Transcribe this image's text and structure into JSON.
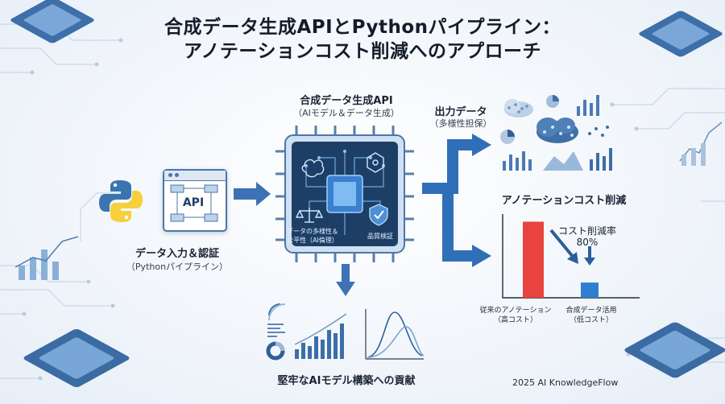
{
  "title": {
    "line1": "合成データ生成APIとPythonパイプライン：",
    "line2": "アノテーションコスト削減へのアプローチ"
  },
  "input": {
    "api_label": "API",
    "label": "データ入力＆認証",
    "sublabel": "（Pythonパイプライン）"
  },
  "api": {
    "label": "合成データ生成API",
    "sublabel": "（AIモデル＆データ生成）",
    "fairness": "データの多様性＆\n公平性（AI倫理）",
    "quality": "品質検証"
  },
  "output": {
    "label": "出力データ",
    "sublabel": "（多様性担保）"
  },
  "robust": {
    "label": "堅牢なAIモデル構築への貢献"
  },
  "cost": {
    "title": "アノテーションコスト削減",
    "rate_label": "コスト削減率",
    "rate_value": "80%"
  },
  "chart_data": {
    "type": "bar",
    "categories": [
      "従来のアノテーション\n（高コスト）",
      "合成データ活用\n（低コスト）"
    ],
    "values": [
      100,
      20
    ],
    "colors": [
      "#e8433f",
      "#2f7fd0"
    ],
    "ylim": [
      0,
      110
    ],
    "grid": false
  },
  "footer": {
    "credit": "2025 AI KnowledgeFlow"
  },
  "colors": {
    "accent_blue": "#2f6fb8",
    "chip_dark": "#1d3f66",
    "python_blue": "#3a75b0",
    "python_yellow": "#f7cf3c"
  }
}
